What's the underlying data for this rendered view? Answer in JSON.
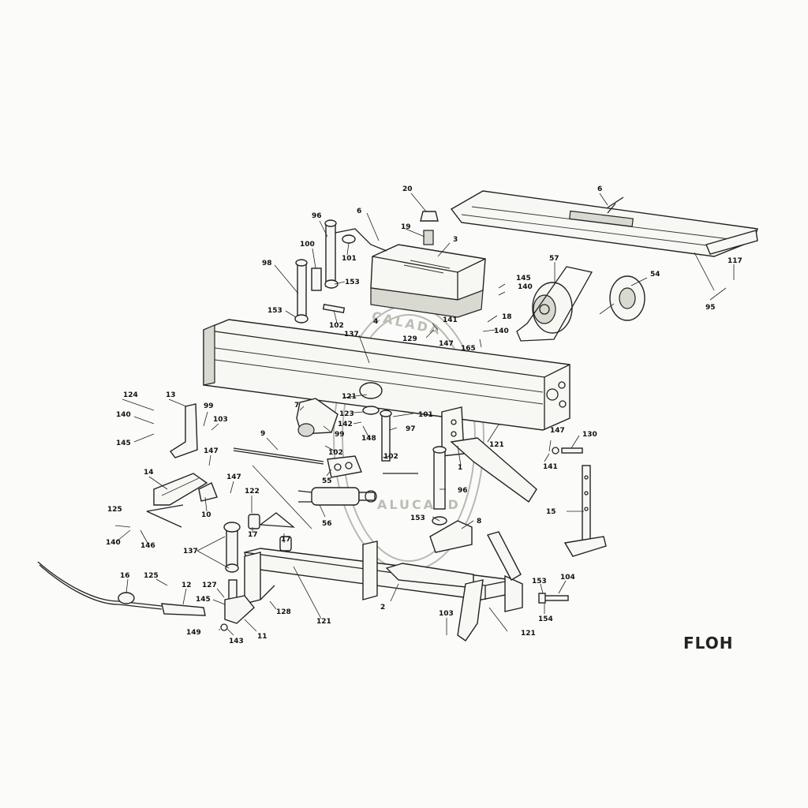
{
  "diagram": {
    "corner_tag": "FLOH",
    "watermark_text": [
      "ALUCARD",
      "CALADA"
    ],
    "part_numbers": {
      "p1": "1",
      "p2": "2",
      "p3": "3",
      "p4": "4",
      "p6a": "6",
      "p6b": "6",
      "p7": "7",
      "p8": "8",
      "p9": "9",
      "p10": "10",
      "p11": "11",
      "p12": "12",
      "p13": "13",
      "p14": "14",
      "p15": "15",
      "p16": "16",
      "p17a": "17",
      "p17b": "17",
      "p18": "18",
      "p19": "19",
      "p20": "20",
      "p54": "54",
      "p55": "55",
      "p56": "56",
      "p57": "57",
      "p95": "95",
      "p96a": "96",
      "p96b": "96",
      "p97": "97",
      "p98": "98",
      "p99a": "99",
      "p99b": "99",
      "p100": "100",
      "p101a": "101",
      "p101b": "101",
      "p102a": "102",
      "p102b": "102",
      "p102c": "102",
      "p103a": "103",
      "p103b": "103",
      "p104": "104",
      "p117": "117",
      "p121a": "121",
      "p121b": "121",
      "p121c": "121",
      "p121d": "121",
      "p122": "122",
      "p123": "123",
      "p124": "124",
      "p125a": "125",
      "p125b": "125",
      "p127": "127",
      "p128": "128",
      "p129": "129",
      "p130": "130",
      "p137a": "137",
      "p137b": "137",
      "p140a": "140",
      "p140b": "140",
      "p140c": "140",
      "p140d": "140",
      "p141a": "141",
      "p141b": "141",
      "p142": "142",
      "p143": "143",
      "p145a": "145",
      "p145b": "145",
      "p145c": "145",
      "p146": "146",
      "p147a": "147",
      "p147b": "147",
      "p147c": "147",
      "p147d": "147",
      "p148": "148",
      "p149": "149",
      "p153a": "153",
      "p153b": "153",
      "p153c": "153",
      "p153d": "153",
      "p154": "154",
      "p165": "165"
    }
  }
}
